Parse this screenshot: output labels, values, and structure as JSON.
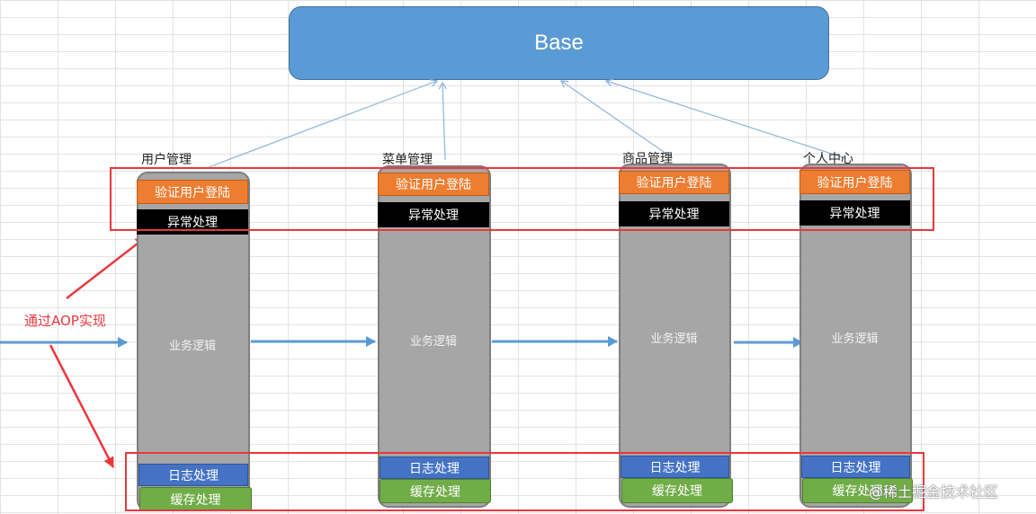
{
  "base": {
    "label": "Base"
  },
  "modules": [
    {
      "title": "用户管理",
      "auth_label": "验证用户登陆",
      "exception_label": "异常处理",
      "business_label": "业务逻辑",
      "log_label": "日志处理",
      "cache_label": "缓存处理"
    },
    {
      "title": "菜单管理",
      "auth_label": "验证用户登陆",
      "exception_label": "异常处理",
      "business_label": "业务逻辑",
      "log_label": "日志处理",
      "cache_label": "缓存处理"
    },
    {
      "title": "商品管理",
      "auth_label": "验证用户登陆",
      "exception_label": "异常处理",
      "business_label": "业务逻辑",
      "log_label": "日志处理",
      "cache_label": "缓存处理"
    },
    {
      "title": "个人中心",
      "auth_label": "验证用户登陆",
      "exception_label": "异常处理",
      "business_label": "业务逻辑",
      "log_label": "日志处理",
      "cache_label": "缓存处理"
    }
  ],
  "annotation": {
    "label": "通过AOP实现"
  },
  "watermark": {
    "text": "@稀土掘金技术社区"
  },
  "colors": {
    "base": "#5b9bd5",
    "auth": "#ed7d31",
    "exception": "#000000",
    "business": "#a6a6a6",
    "log": "#4472c4",
    "cache": "#70ad47",
    "highlight": "#e8383d"
  }
}
